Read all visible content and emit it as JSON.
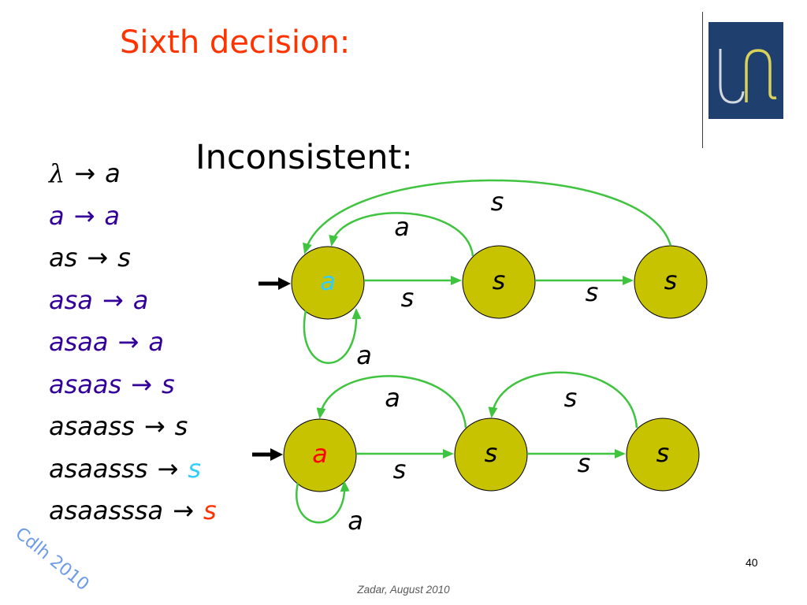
{
  "slide": {
    "title": "Sixth decision:",
    "title_color": "#FF3300",
    "subtitle": "Inconsistent:",
    "page_number": "40",
    "footer": "Zadar, August 2010",
    "watermark": "Cdlh 2010",
    "watermark_color": "#6C9BE8"
  },
  "logo": {
    "icon": "university-logo",
    "background": "#1F3F6E"
  },
  "rules": [
    {
      "lhs": "λ",
      "arrow": "→",
      "rhs": "a",
      "color": "#000000",
      "rhs_color": "#000000"
    },
    {
      "lhs": "a",
      "arrow": "→",
      "rhs": "a",
      "color": "#330099",
      "rhs_color": "#330099"
    },
    {
      "lhs": "as",
      "arrow": "→",
      "rhs": "s",
      "color": "#000000",
      "rhs_color": "#000000"
    },
    {
      "lhs": "asa",
      "arrow": "→",
      "rhs": "a",
      "color": "#330099",
      "rhs_color": "#330099"
    },
    {
      "lhs": "asaa",
      "arrow": "→",
      "rhs": "a",
      "color": "#330099",
      "rhs_color": "#330099"
    },
    {
      "lhs": "asaas",
      "arrow": "→",
      "rhs": "s",
      "color": "#330099",
      "rhs_color": "#330099"
    },
    {
      "lhs": "asaass",
      "arrow": "→",
      "rhs": "s",
      "color": "#000000",
      "rhs_color": "#000000"
    },
    {
      "lhs": "asaasss",
      "arrow": "→",
      "rhs": "s",
      "color": "#000000",
      "rhs_color": "#33CCFF"
    },
    {
      "lhs": "asaasssa",
      "arrow": "→",
      "rhs": "s",
      "color": "#000000",
      "rhs_color": "#FF3300"
    }
  ],
  "style": {
    "state_fill": "#C8C300",
    "edge_color": "#40C440"
  },
  "automata": [
    {
      "initial": 0,
      "states": [
        {
          "label": "a",
          "color": "#33CCFF"
        },
        {
          "label": "s",
          "color": "#000000"
        },
        {
          "label": "s",
          "color": "#000000"
        }
      ],
      "transitions": [
        {
          "from": 0,
          "to": 1,
          "label": "s"
        },
        {
          "from": 1,
          "to": 2,
          "label": "s"
        },
        {
          "from": 1,
          "to": 0,
          "label": "a"
        },
        {
          "from": 2,
          "to": 0,
          "label": "s"
        },
        {
          "from": 0,
          "to": 0,
          "label": "a"
        }
      ]
    },
    {
      "initial": 0,
      "states": [
        {
          "label": "a",
          "color": "#FF0000"
        },
        {
          "label": "s",
          "color": "#000000"
        },
        {
          "label": "s",
          "color": "#000000"
        }
      ],
      "transitions": [
        {
          "from": 0,
          "to": 1,
          "label": "s"
        },
        {
          "from": 1,
          "to": 2,
          "label": "s"
        },
        {
          "from": 1,
          "to": 0,
          "label": "a"
        },
        {
          "from": 2,
          "to": 1,
          "label": "s"
        },
        {
          "from": 0,
          "to": 0,
          "label": "a"
        }
      ]
    }
  ]
}
